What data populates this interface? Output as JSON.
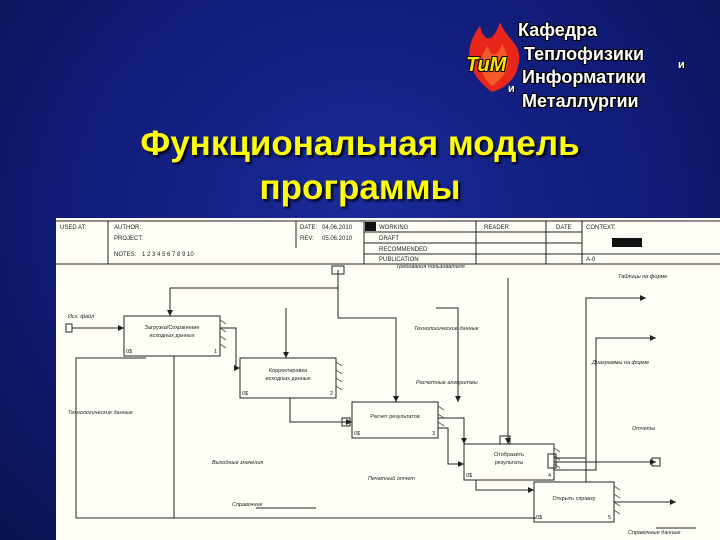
{
  "logo": {
    "abbr": "ТиМ",
    "lines": [
      "Кафедра",
      "Теплофизики",
      "Информатики",
      "Металлургии"
    ],
    "conj_left": "и",
    "conj_right": "и"
  },
  "title": {
    "line1": "Функциональная модель",
    "line2": "программы"
  },
  "diagram": {
    "header": {
      "used_at": "USED AT:",
      "author_label": "AUTHOR:",
      "project_label": "PROJECT:",
      "date_label": "DATE:",
      "date_value": "04.06.2010",
      "rev_label": "REV:",
      "rev_value": "05.06.2010",
      "notes_label": "NOTES:",
      "notes_numbers": "1 2 3 4 5 6 7 8 9 10",
      "working": "WORKING",
      "draft": "DRAFT",
      "recommended": "RECOMMENDED",
      "publication": "PUBLICATION",
      "reader": "READER",
      "date_col": "DATE",
      "context": "CONTEXT:",
      "node_id": "A-0"
    },
    "boxes": [
      {
        "label1": "Загрузка/Сохранение",
        "label2": "исходных данных",
        "cost": "0$",
        "num": "1"
      },
      {
        "label1": "Корректировка",
        "label2": "исходных данных",
        "cost": "0$",
        "num": "2"
      },
      {
        "label1": "Расчет результатов",
        "label2": "",
        "cost": "0$",
        "num": "3"
      },
      {
        "label1": "Отобразить",
        "label2": "результаты",
        "cost": "0$",
        "num": "4"
      },
      {
        "label1": "Открыть справку",
        "label2": "",
        "cost": "0$",
        "num": "5"
      }
    ],
    "arrows": {
      "user_requirements": "Требования пользователя",
      "tables_on_form": "Таблицы на форме",
      "input_file": "Исх. файл",
      "tech_data_top": "Технологические данные",
      "diagrams_on_form": "Диаграммы на форме",
      "calc_algorithm": "Расчетные алгоритмы",
      "tech_data_left": "Технологические данные",
      "reports": "Отчеты",
      "output_values": "Выходные значения",
      "printed_report": "Печатный отчет",
      "help": "Справочник",
      "reference_data": "Справочные данные"
    }
  }
}
